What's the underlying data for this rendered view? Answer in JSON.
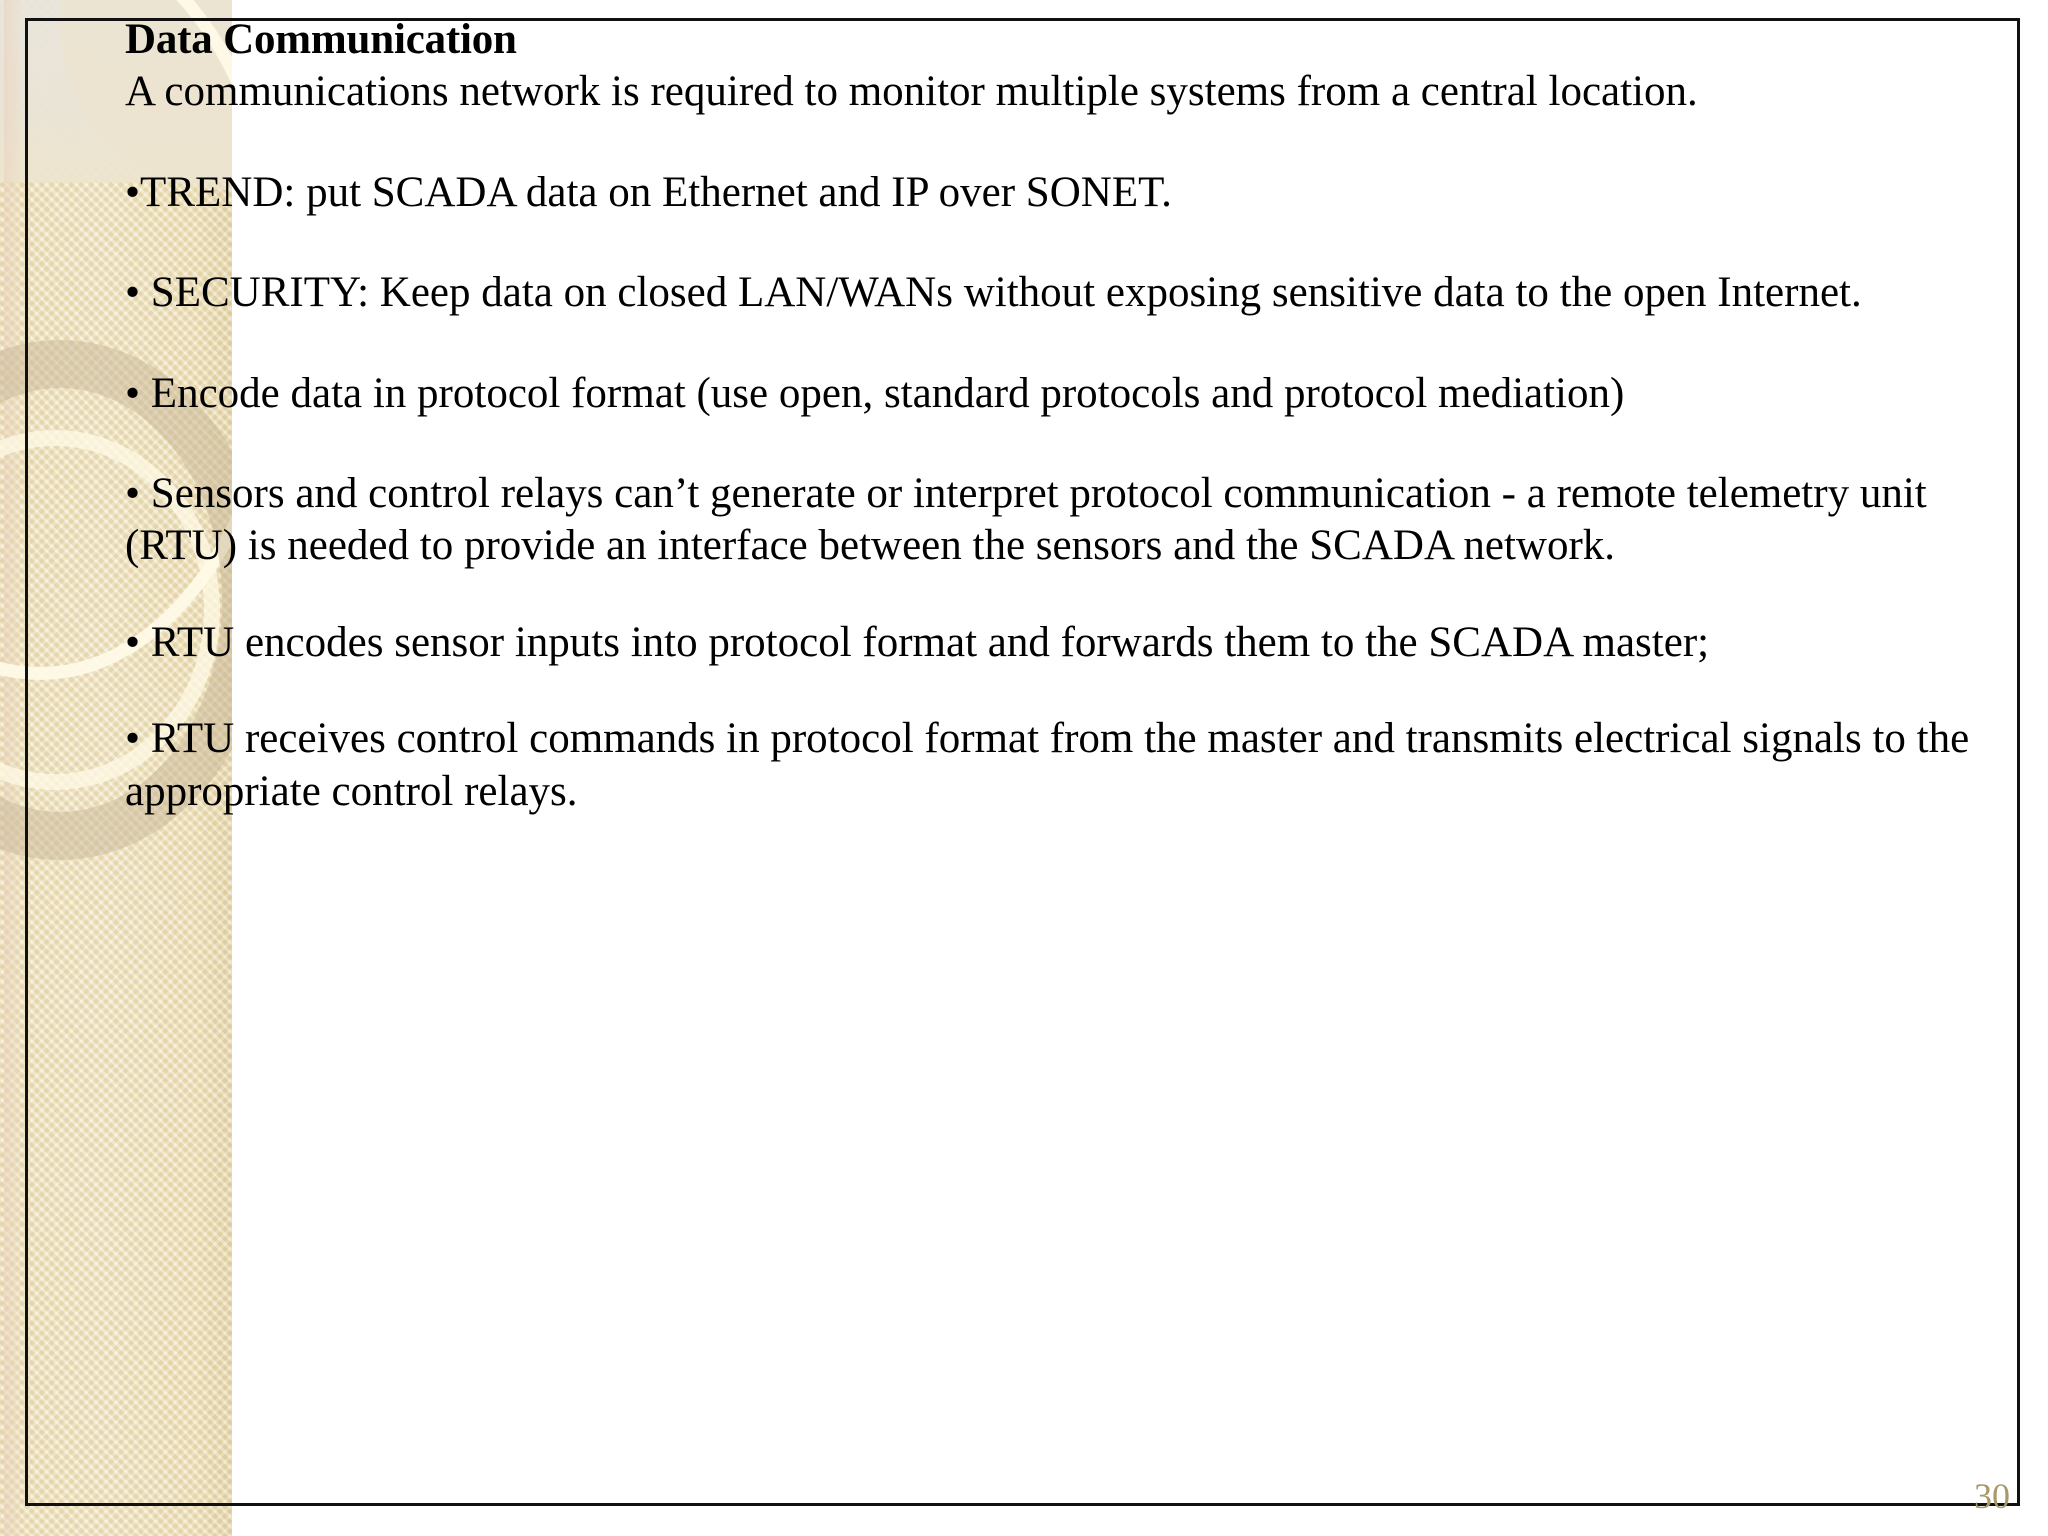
{
  "slide": {
    "title": "Data Communication",
    "intro": "A communications network is required to monitor multiple systems from a central location.",
    "bullets": [
      "•TREND: put SCADA data on Ethernet and IP over SONET.",
      "• SECURITY: Keep data on closed LAN/WANs without exposing sensitive data to the open Internet.",
      "• Encode data in protocol format (use open, standard protocols and protocol mediation)",
      "• Sensors and control relays can’t generate or interpret protocol communication - a remote telemetry unit (RTU) is needed to provide an interface between the sensors and the SCADA network.",
      "• RTU encodes sensor inputs into protocol format and forwards them to the SCADA master;",
      "• RTU receives control commands in protocol format from the master and transmits electrical signals to the appropriate control relays."
    ],
    "page_number": "30"
  },
  "theme": {
    "band_color": "#EFE2BE",
    "band_accent": "#E3D4A8",
    "ring_light": "#FFFBE8",
    "ring_dark": "#C6B696",
    "frame_color": "#111111",
    "text_color": "#000000",
    "page_number_color": "#A89968",
    "background": "#FFFFFF"
  }
}
